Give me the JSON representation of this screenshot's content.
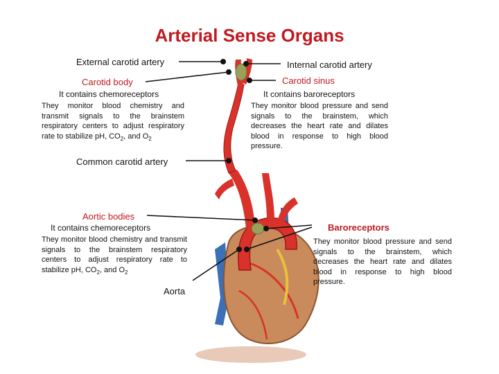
{
  "title": "Arterial Sense Organs",
  "left": {
    "external_carotid": "External carotid artery",
    "carotid_body": "Carotid body",
    "carotid_body_note": "It contains chemoreceptors",
    "carotid_body_desc_pre": "They monitor blood chemistry and transmit signals to the brainstem respiratory centers to adjust respiratory rate to stabilize pH, CO",
    "carotid_body_desc_mid": ", and O",
    "sub2": "2",
    "common_carotid": "Common carotid artery",
    "aortic_bodies": "Aortic bodies",
    "aortic_bodies_note": "It contains chemoreceptors",
    "aortic_bodies_desc_pre": "They monitor blood chemistry and transmit signals to the brainstem respiratory centers to adjust respiratory rate to stabilize pH, CO",
    "aortic_bodies_desc_mid": ", and O",
    "aorta": "Aorta"
  },
  "right": {
    "internal_carotid": "Internal carotid artery",
    "carotid_sinus": "Carotid sinus",
    "carotid_sinus_note": "It contains baroreceptors",
    "carotid_sinus_desc": "They monitor blood pressure and send signals to the brainstem, which decreases the heart rate and dilates blood in response to high blood pressure.",
    "baroreceptors": "Baroreceptors",
    "baroreceptors_desc": "They monitor blood pressure and send signals to the brainstem, which decreases the heart rate and dilates blood in response to high blood pressure."
  },
  "colors": {
    "title": "#c0191f",
    "artery": "#d8322a",
    "artery_dark": "#9e1a16",
    "vein": "#3b6fb6",
    "heart": "#c98a5c",
    "sensor": "#9aa05a"
  }
}
